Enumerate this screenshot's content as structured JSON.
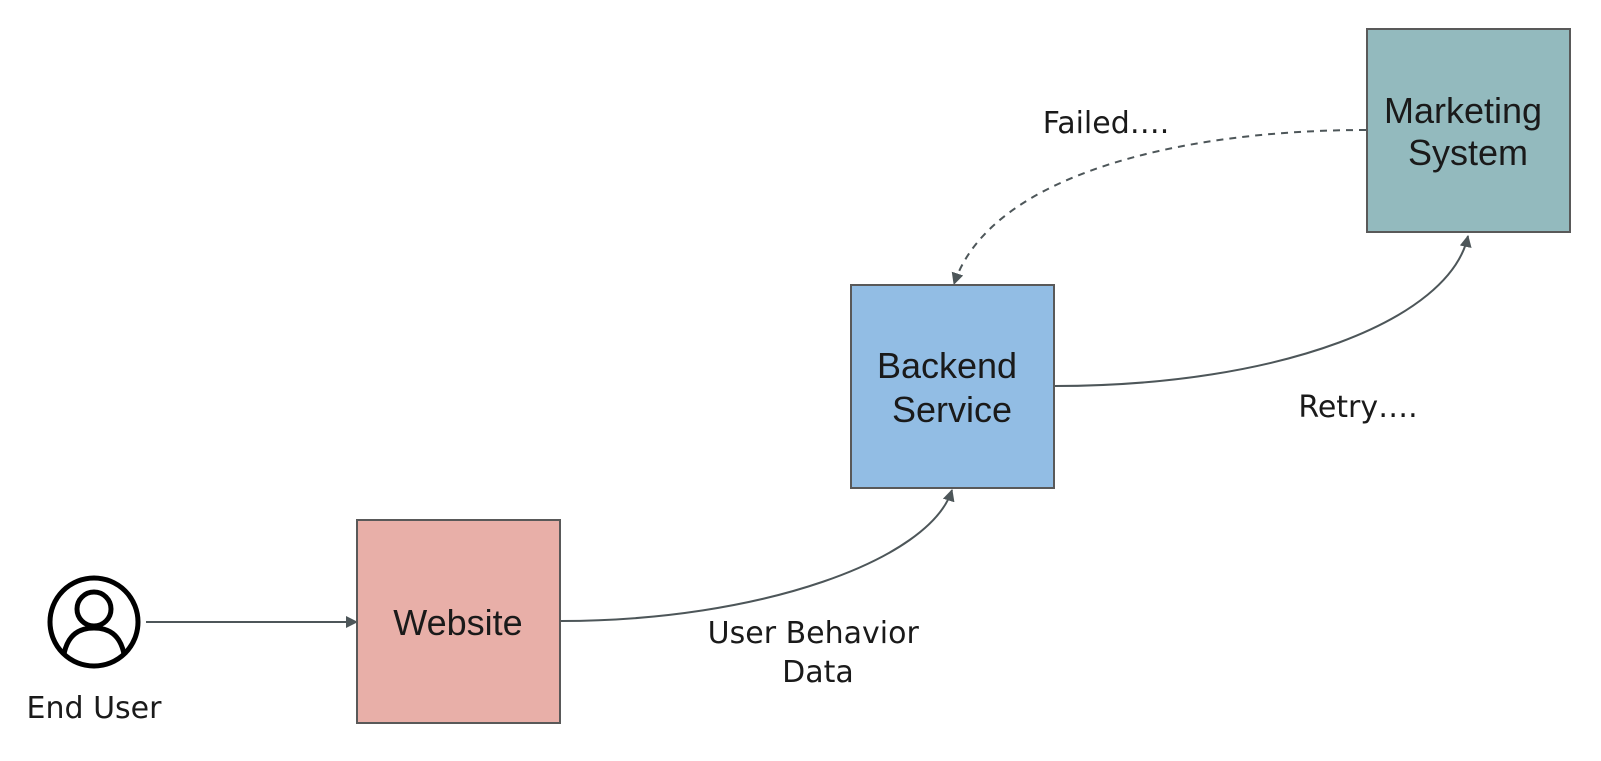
{
  "diagram": {
    "actor": {
      "label": "End User",
      "icon": "user-circle-icon"
    },
    "nodes": {
      "website": {
        "label": "Website",
        "fill": "#E8AFA8"
      },
      "backend": {
        "label_line1": "Backend",
        "label_line2": "Service",
        "fill": "#92BDE4"
      },
      "marketing": {
        "label_line1": "Marketing",
        "label_line2": "System",
        "fill": "#93BABE"
      }
    },
    "edges": {
      "website_to_backend": {
        "label_line1": "User Behavior",
        "label_line2": "Data"
      },
      "backend_to_marketing": {
        "label": "Retry…."
      },
      "marketing_to_backend": {
        "label": "Failed…."
      }
    },
    "colors": {
      "stroke": "#4D5659",
      "node_border": "#595959"
    }
  }
}
